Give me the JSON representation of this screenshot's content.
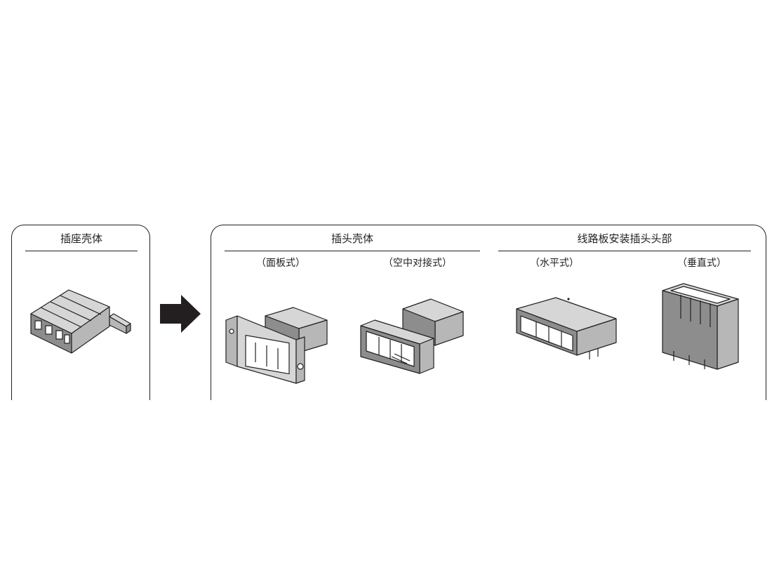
{
  "socket": {
    "title": "插座壳体",
    "items": [
      {
        "icon": "socket-housing-icon"
      }
    ]
  },
  "plug": {
    "groups": [
      {
        "title": "插头壳体",
        "items": [
          {
            "label": "（面板式）",
            "icon": "panel-mount-plug-icon"
          },
          {
            "label": "（空中对接式）",
            "icon": "free-hanging-plug-icon"
          }
        ]
      },
      {
        "title": "线路板安装插头头部",
        "items": [
          {
            "label": "（水平式）",
            "icon": "horizontal-pcb-header-icon"
          },
          {
            "label": "（垂直式）",
            "icon": "vertical-pcb-header-icon"
          }
        ]
      }
    ]
  },
  "colors": {
    "outline": "#231f20",
    "light_face": "#d6d6d6",
    "mid_face": "#b7b7b7",
    "dark_face": "#8d8d8d",
    "arrow": "#231f20"
  }
}
